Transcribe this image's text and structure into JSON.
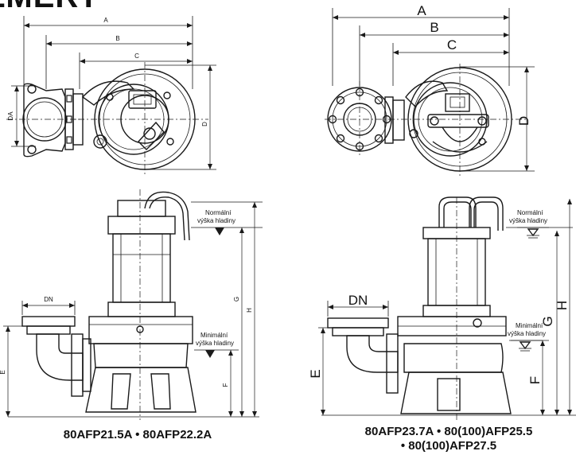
{
  "heading": "ZMERY",
  "left_top": {
    "dims": {
      "A": "A",
      "B": "B",
      "C": "C",
      "D": "D",
      "DA": "DA"
    }
  },
  "right_top": {
    "dims": {
      "A": "A",
      "B": "B",
      "C": "C",
      "D": "D"
    }
  },
  "left_side": {
    "dims": {
      "DN": "DN",
      "E": "E",
      "F": "F",
      "G": "G",
      "H": "H"
    },
    "level_normal": [
      "Normální",
      "výška hladiny"
    ],
    "level_min": [
      "Minimální",
      "výška hladiny"
    ]
  },
  "right_side": {
    "dims": {
      "DN": "DN",
      "E": "E",
      "F": "F",
      "G": "G",
      "H": "H"
    },
    "level_normal": [
      "Normální",
      "výška hladiny"
    ],
    "level_min": [
      "Minimální",
      "výška hladiny"
    ]
  },
  "captions": {
    "left": "80AFP21.5A • 80AFP22.2A",
    "right_line1": "80AFP23.7A • 80(100)AFP25.5",
    "right_line2": "• 80(100)AFP27.5"
  }
}
